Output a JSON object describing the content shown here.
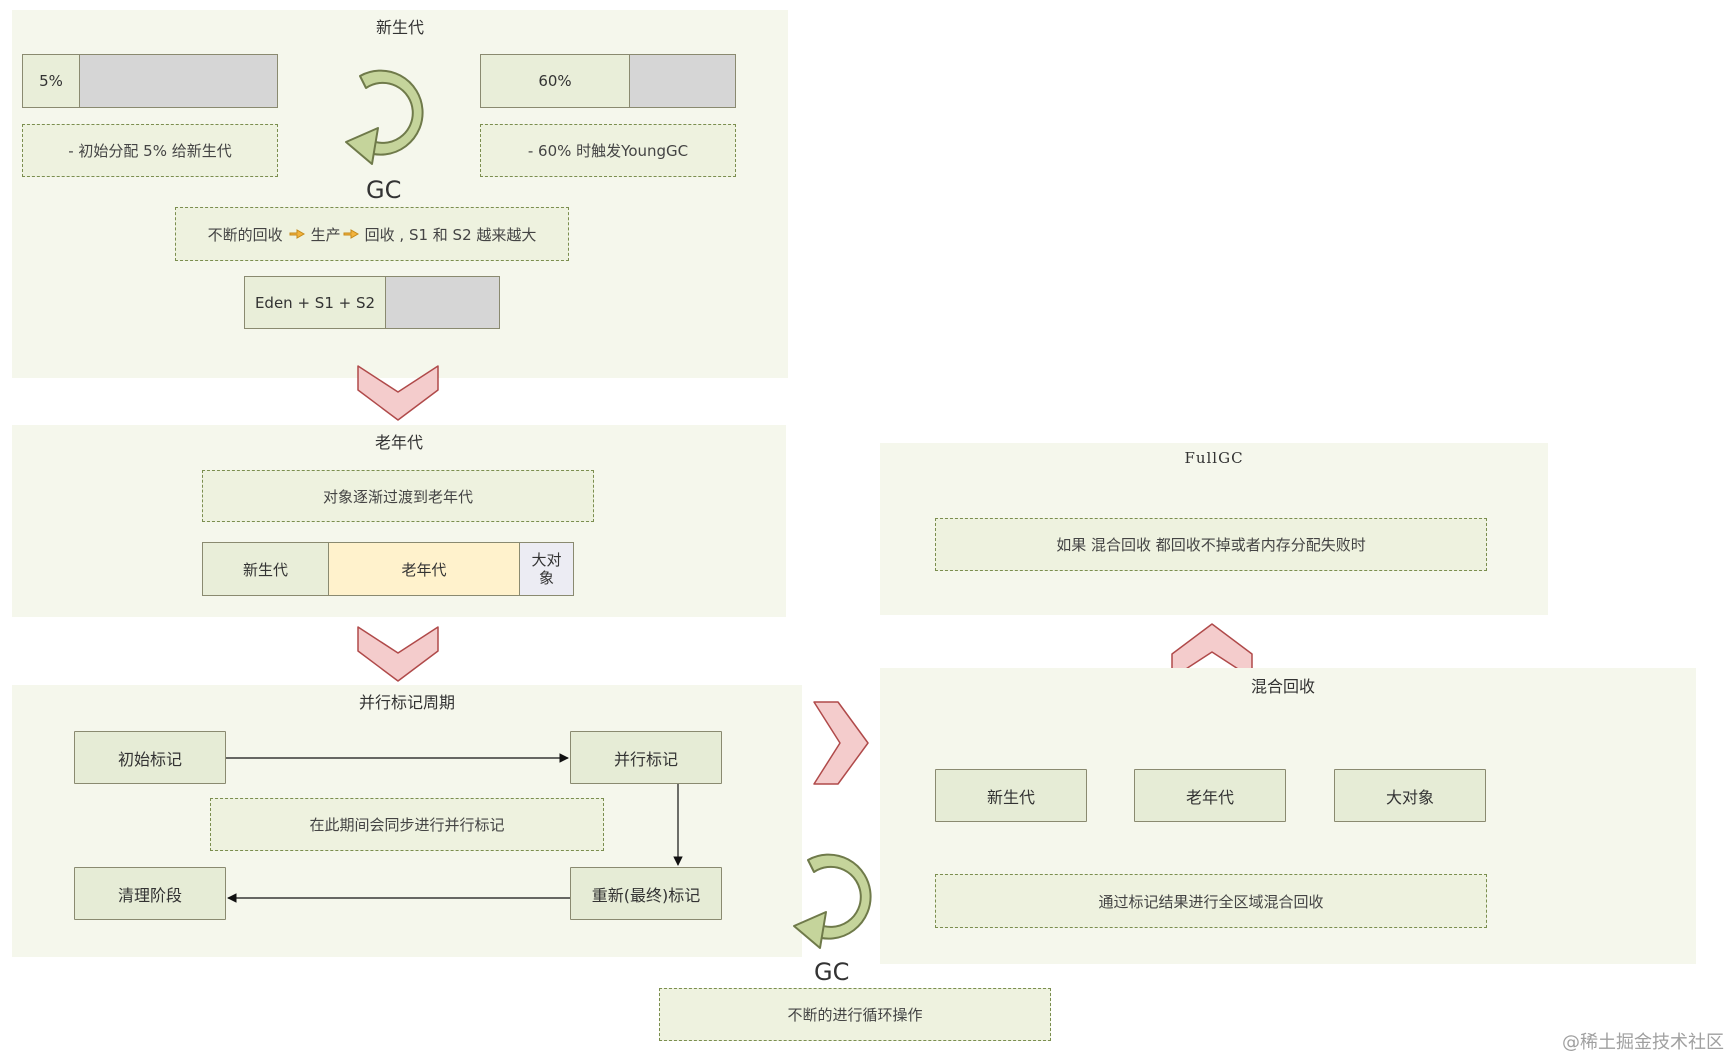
{
  "young_gen": {
    "title": "新生代",
    "bar_left": {
      "label": "5%",
      "value": 0.05
    },
    "bar_right": {
      "label": "60%",
      "value": 0.6
    },
    "note_left": "- 初始分配 5% 给新生代",
    "note_right": "- 60% 时触发YoungGC",
    "gc_label": "GC",
    "cycle_note": {
      "part1": "不断的回收",
      "part2": "生产",
      "part3": "回收 , S1 和 S2 越来越大"
    },
    "eden_bar": {
      "label": "Eden + S1 + S2"
    }
  },
  "old_gen": {
    "title": "老年代",
    "note": "对象逐渐过渡到老年代",
    "segments": {
      "young": "新生代",
      "old": "老年代",
      "large": "大对象"
    }
  },
  "marking": {
    "title": "并行标记周期",
    "initial_mark": "初始标记",
    "concurrent_mark": "并行标记",
    "note": "在此期间会同步进行并行标记",
    "remark": "重新(最终)标记",
    "cleanup": "清理阶段"
  },
  "mixed": {
    "title": "混合回收",
    "young": "新生代",
    "old": "老年代",
    "large": "大对象",
    "note": "通过标记结果进行全区域混合回收"
  },
  "full_gc": {
    "title": "FullGC",
    "note": "如果 混合回收 都回收不掉或者内存分配失败时"
  },
  "loop": {
    "gc_label": "GC",
    "note": "不断的进行循环操作"
  },
  "watermark": "@稀土掘金技术社区",
  "colors": {
    "panel_bg": "#f5f7ec",
    "box_bg": "#e6ecd6",
    "gc_arrow": "#c5d49b",
    "chevron": "#f4cccc",
    "bar_fill": "#d6d6d6",
    "old_gen_fill": "#fff2cc"
  },
  "icons": [
    "refresh-cycle-icon",
    "pointing-hand-icon",
    "chevron-down-icon",
    "chevron-right-icon",
    "chevron-up-icon"
  ]
}
